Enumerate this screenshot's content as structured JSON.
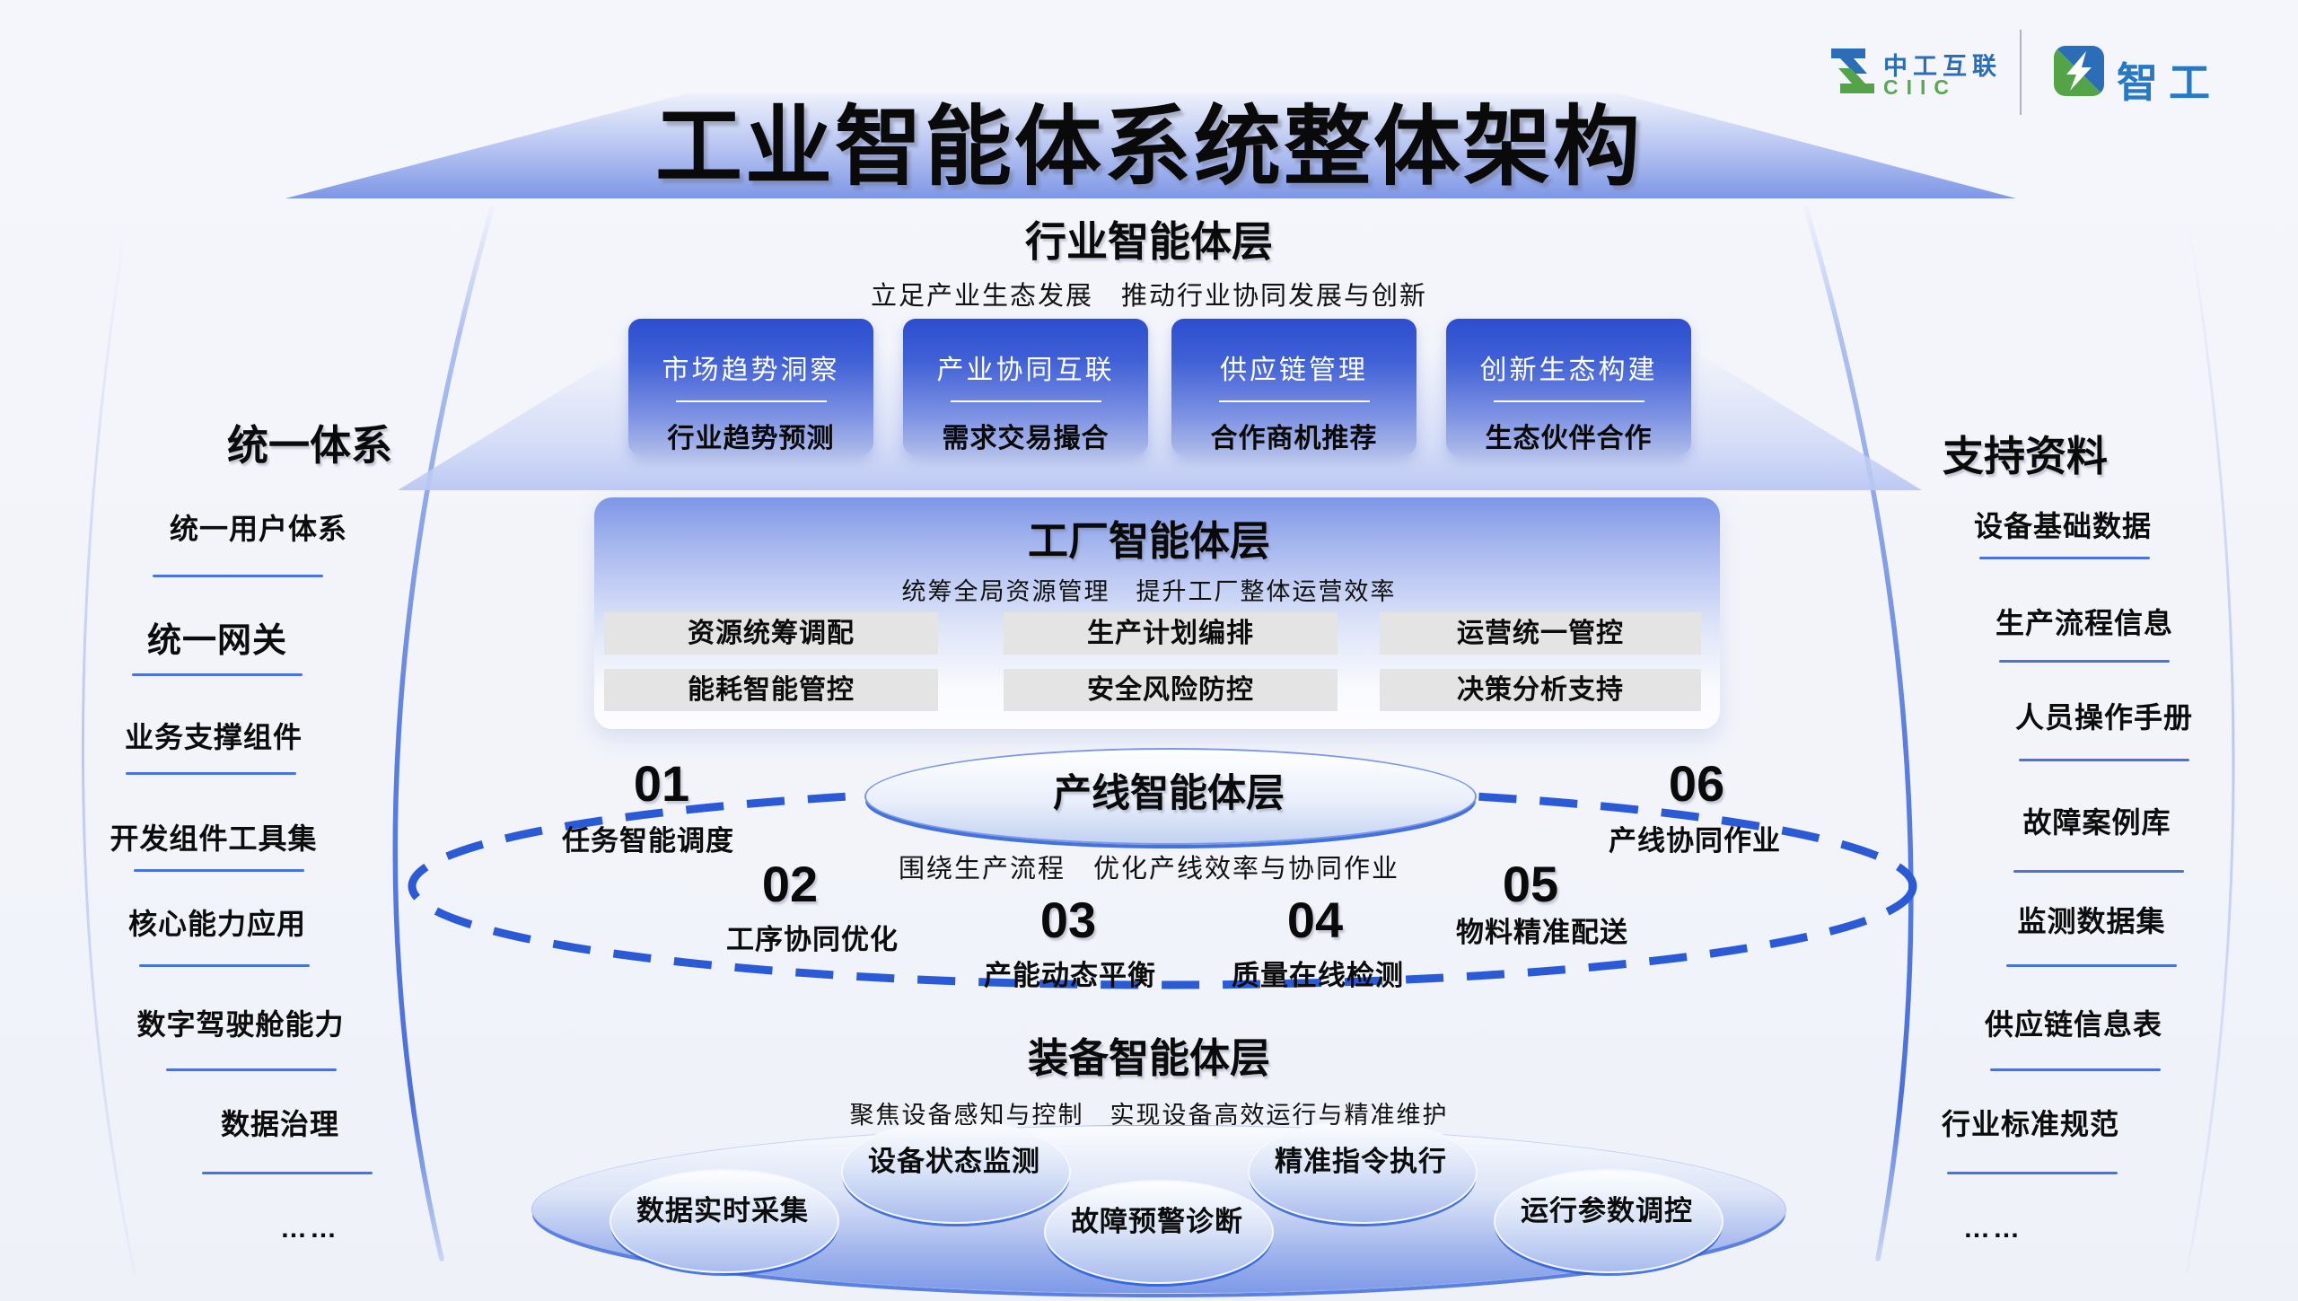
{
  "title": "工业智能体系统整体架构",
  "logos": {
    "ciic_cn": "中工互联",
    "ciic_en": "CIIC",
    "zhigong": "智工"
  },
  "industry_layer": {
    "title": "行业智能体层",
    "subtitle": "立足产业生态发展　推动行业协同发展与创新",
    "cards": [
      {
        "top": "市场趋势洞察",
        "bottom": "行业趋势预测"
      },
      {
        "top": "产业协同互联",
        "bottom": "需求交易撮合"
      },
      {
        "top": "供应链管理",
        "bottom": "合作商机推荐"
      },
      {
        "top": "创新生态构建",
        "bottom": "生态伙伴合作"
      }
    ]
  },
  "factory_layer": {
    "title": "工厂智能体层",
    "subtitle": "统筹全局资源管理　提升工厂整体运营效率",
    "items": [
      "资源统筹调配",
      "生产计划编排",
      "运营统一管控",
      "能耗智能管控",
      "安全风险防控",
      "决策分析支持"
    ]
  },
  "line_layer": {
    "title": "产线智能体层",
    "subtitle": "围绕生产流程　优化产线效率与协同作业",
    "steps": [
      {
        "num": "01",
        "label": "任务智能调度"
      },
      {
        "num": "02",
        "label": "工序协同优化"
      },
      {
        "num": "03",
        "label": "产能动态平衡"
      },
      {
        "num": "04",
        "label": "质量在线检测"
      },
      {
        "num": "05",
        "label": "物料精准配送"
      },
      {
        "num": "06",
        "label": "产线协同作业"
      }
    ]
  },
  "equipment_layer": {
    "title": "装备智能体层",
    "subtitle": "聚焦设备感知与控制　实现设备高效运行与精准维护",
    "bubbles": [
      "设备状态监测",
      "精准指令执行",
      "数据实时采集",
      "故障预警诊断",
      "运行参数调控"
    ]
  },
  "left_sidebar": {
    "title": "统一体系",
    "items": [
      "统一用户体系",
      "统一网关",
      "业务支撑组件",
      "开发组件工具集",
      "核心能力应用",
      "数字驾驶舱能力",
      "数据治理",
      "……"
    ]
  },
  "right_sidebar": {
    "title": "支持资料",
    "items": [
      "设备基础数据",
      "生产流程信息",
      "人员操作手册",
      "故障案例库",
      "监测数据集",
      "供应链信息表",
      "行业标准规范",
      "……"
    ]
  },
  "colors": {
    "accent_blue": "#2b5ad6",
    "card_blue": "#2c4ecf",
    "trapezoid_blue": "#7e97e6",
    "logo_blue": "#2b6db6",
    "logo_green": "#52a447",
    "underline_blue": "#4a72dd",
    "gray_box": "#e4e4e4"
  }
}
